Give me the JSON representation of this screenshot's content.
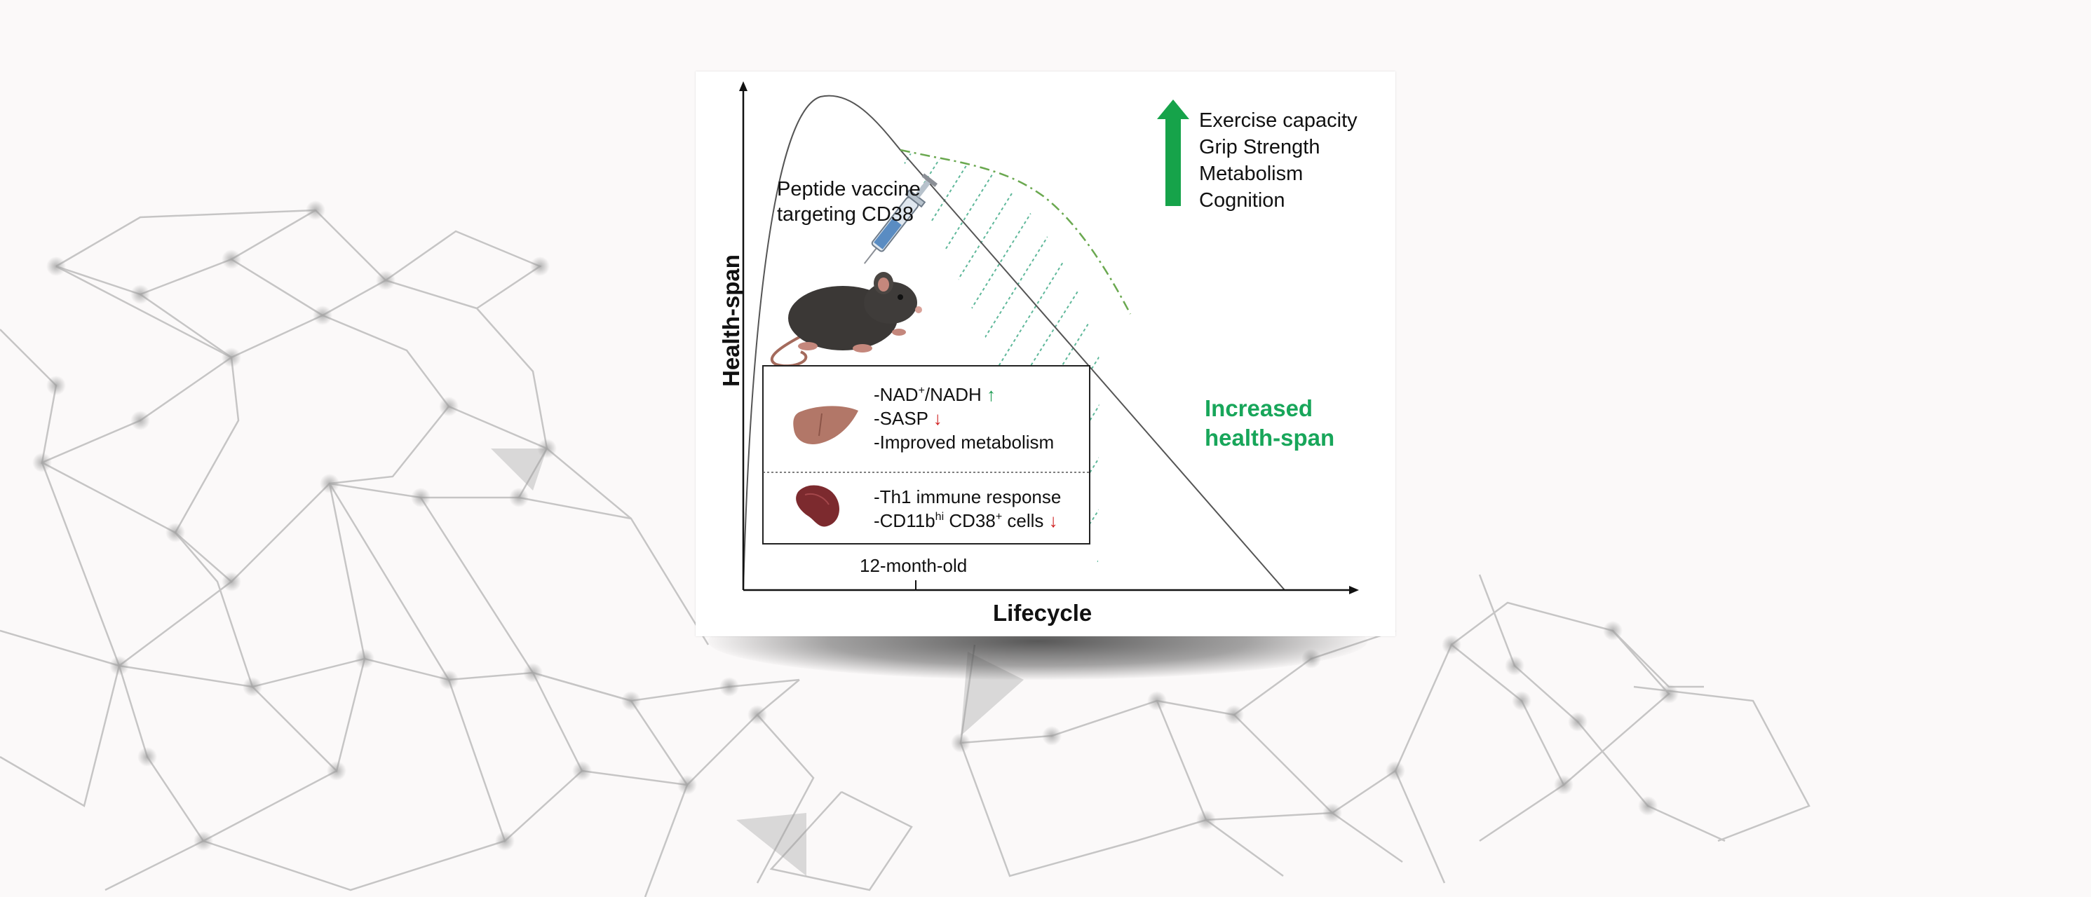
{
  "figure": {
    "y_axis_label": "Health-span",
    "x_axis_label": "Lifecycle",
    "x_tick_label": "12-month-old",
    "intervention_line1": "Peptide vaccine",
    "intervention_line2": "targeting CD38",
    "benefits": [
      "Exercise capacity",
      "Grip Strength",
      "Metabolism",
      "Cognition"
    ],
    "result_line1": "Increased",
    "result_line2": "health-span",
    "liver_effects": {
      "nad_prefix": "-NAD",
      "nad_sup": "+",
      "nad_suffix": "/NADH",
      "nad_arrow": "↑",
      "sasp": "-SASP",
      "sasp_arrow": "↓",
      "metabolism": "-Improved metabolism"
    },
    "spleen_effects": {
      "th1": "-Th1 immune response",
      "cd11b_prefix": "-CD11b",
      "cd11b_sup": "hi",
      "cd38_text": " CD38",
      "cd38_sup": "+",
      "cells_text": " cells",
      "cells_arrow": "↓"
    },
    "colors": {
      "increase_arrow": "#16a34a",
      "decrease_arrow": "#d02020",
      "extended_curve": "#6aa84f",
      "hatch": "#5fb89a",
      "result_text": "#18a65a"
    },
    "icons": [
      "syringe-icon",
      "mouse-icon",
      "liver-icon",
      "spleen-icon",
      "up-arrow-icon"
    ]
  }
}
